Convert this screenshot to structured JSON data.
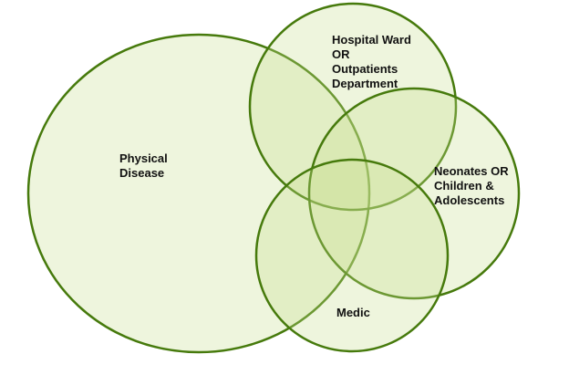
{
  "diagram": {
    "type": "venn",
    "sets": [
      {
        "id": "physical",
        "label": "Physical\nDisease"
      },
      {
        "id": "hospital",
        "label": "Hospital Ward\nOR\nOutpatients\nDepartment"
      },
      {
        "id": "neonates",
        "label": "Neonates OR\nChildren &\nAdolescents"
      },
      {
        "id": "medic",
        "label": "Medic"
      }
    ],
    "colors": {
      "fill": "#c8df8e",
      "stroke": "#467a0c"
    }
  }
}
